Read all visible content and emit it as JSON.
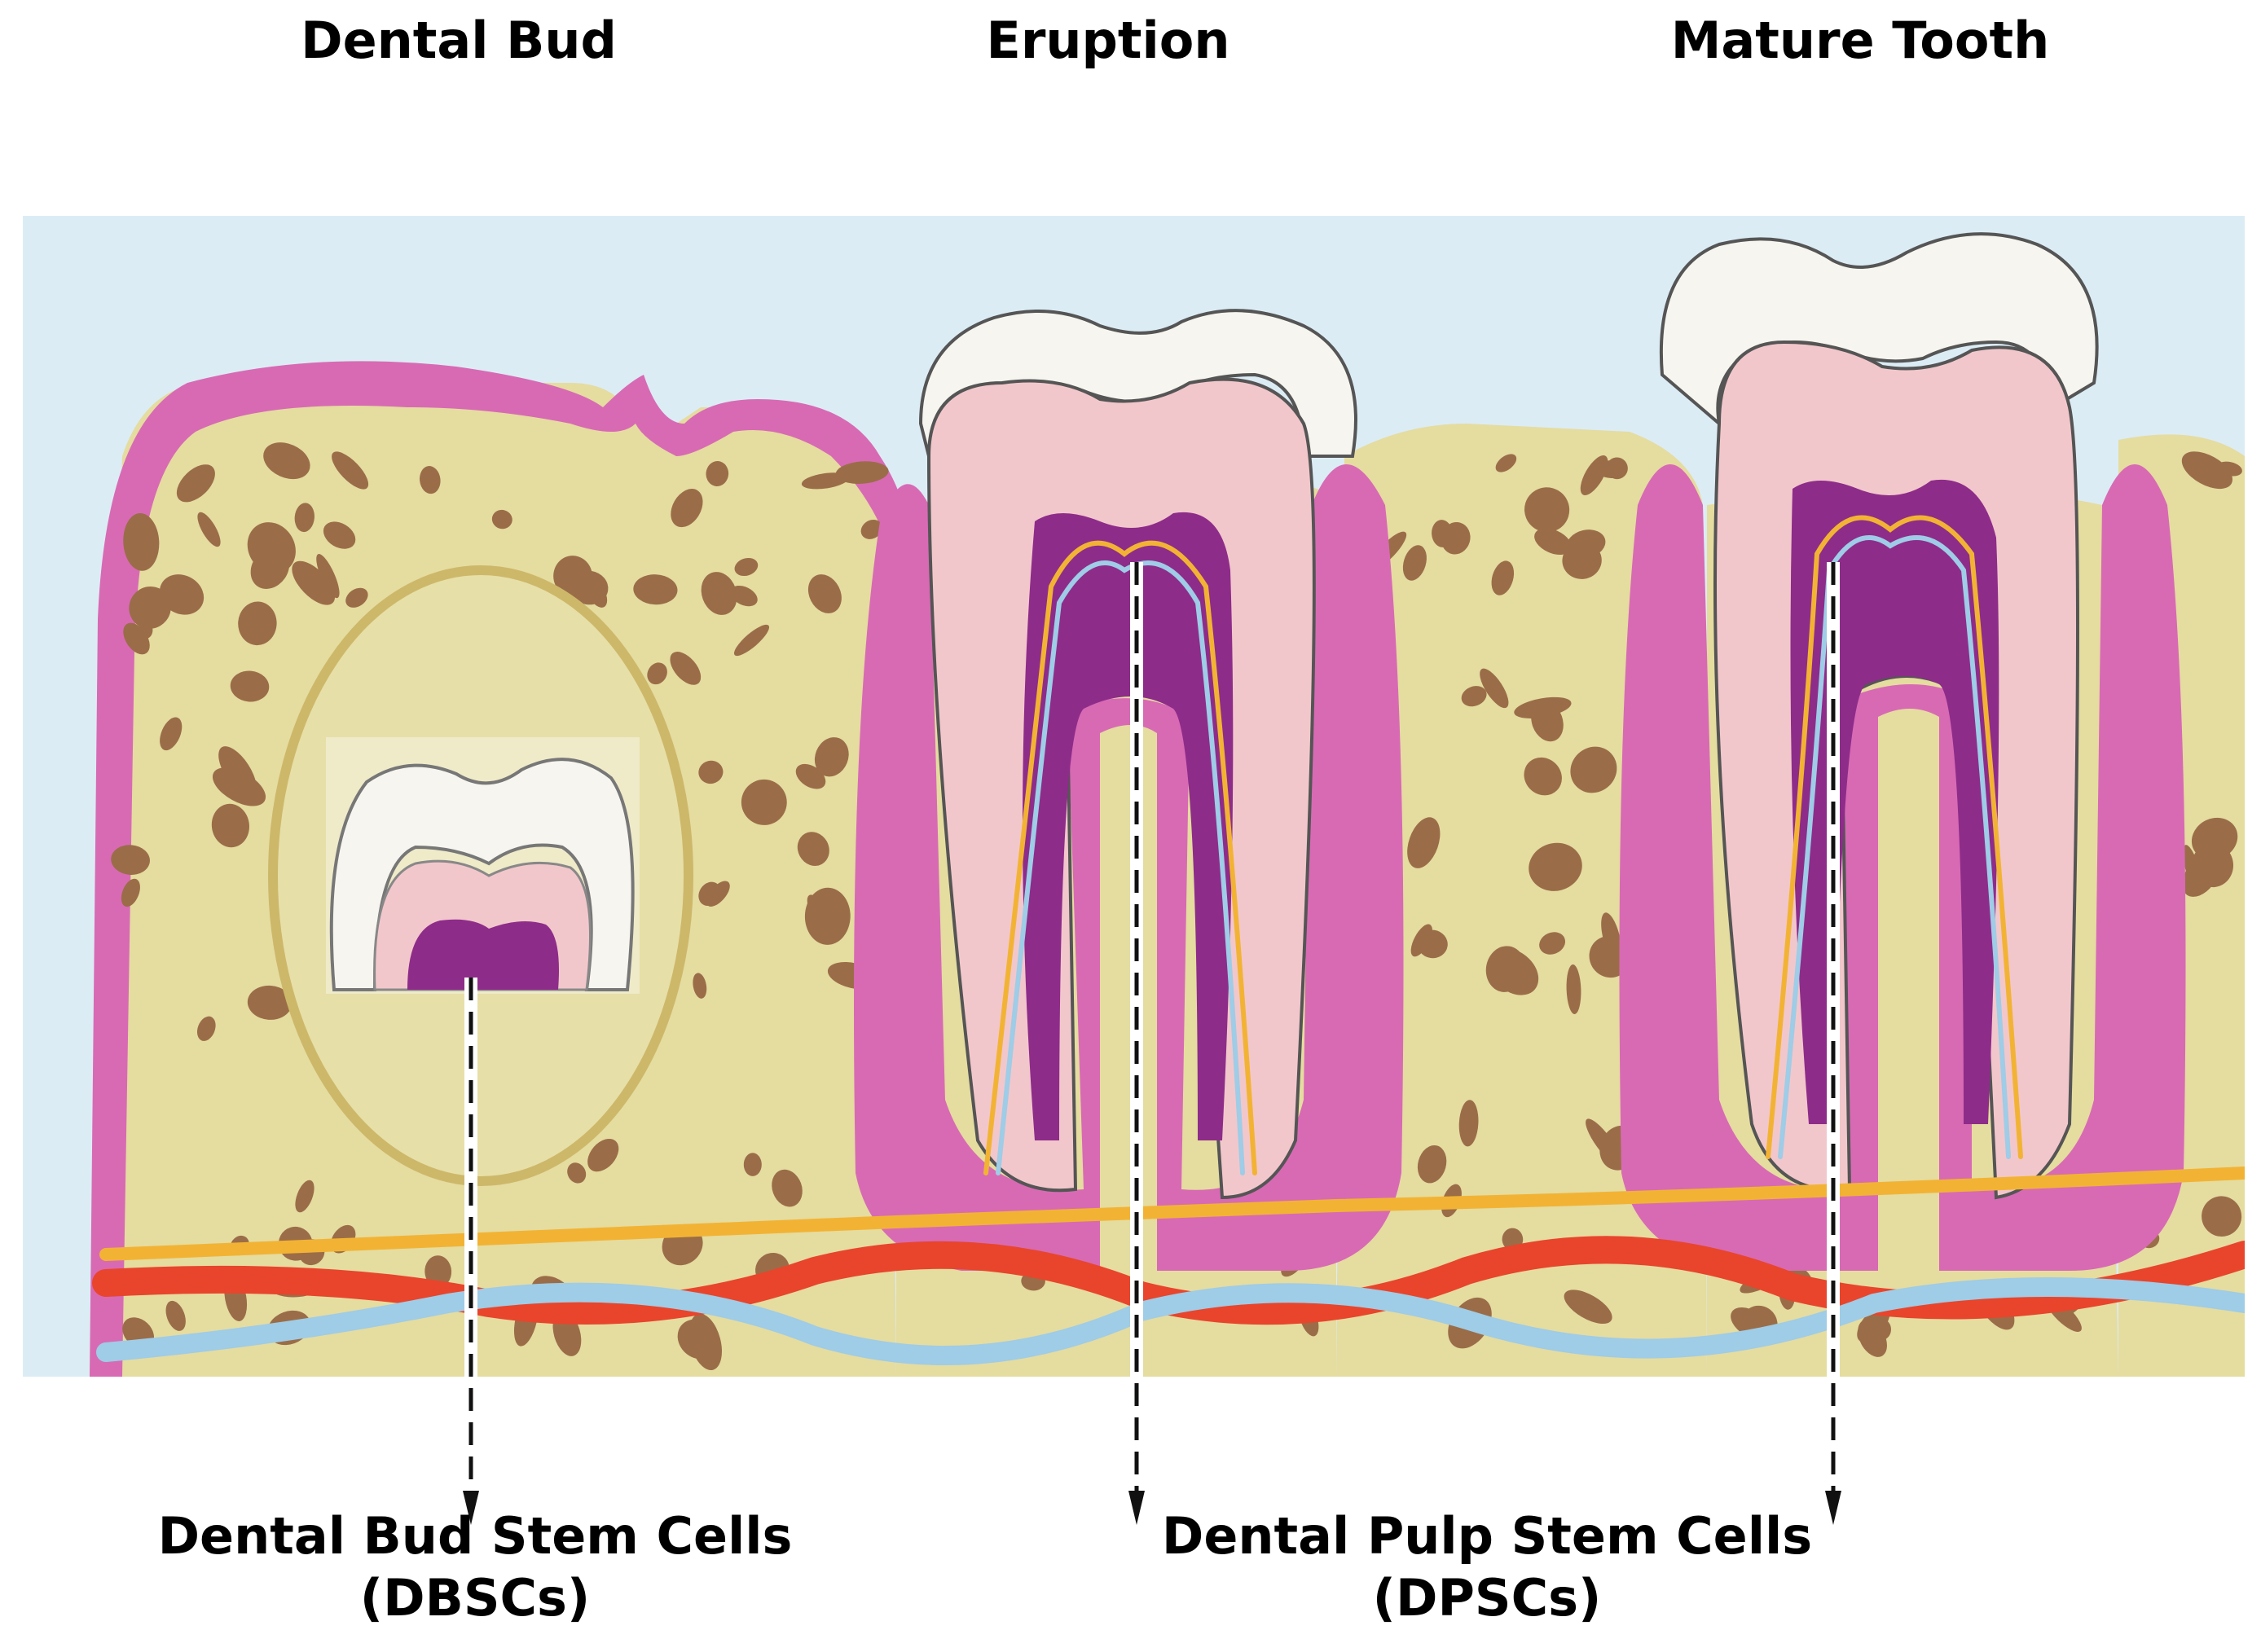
{
  "stages": {
    "bud_title": "Dental Bud",
    "eruption_title": "Eruption",
    "mature_title": "Mature Tooth"
  },
  "labels": {
    "dbsc_name": "Dental Bud Stem Cells",
    "dbsc_abbr": "(DBSCs)",
    "dpsc_name": "Dental Pulp Stem Cells",
    "dpsc_abbr": "(DPSCs)"
  },
  "colors": {
    "background_sky": "#dcecf5",
    "gum": "#d86ab4",
    "gum_light": "#e9a0cf",
    "bone": "#e5dca0",
    "bone_pore": "#9a6d48",
    "enamel": "#f7f5ef",
    "dentin": "#f2c7cb",
    "pulp": "#8e2c8a",
    "artery": "#e8452c",
    "vein": "#9fcce6",
    "nerve": "#f2b334"
  }
}
